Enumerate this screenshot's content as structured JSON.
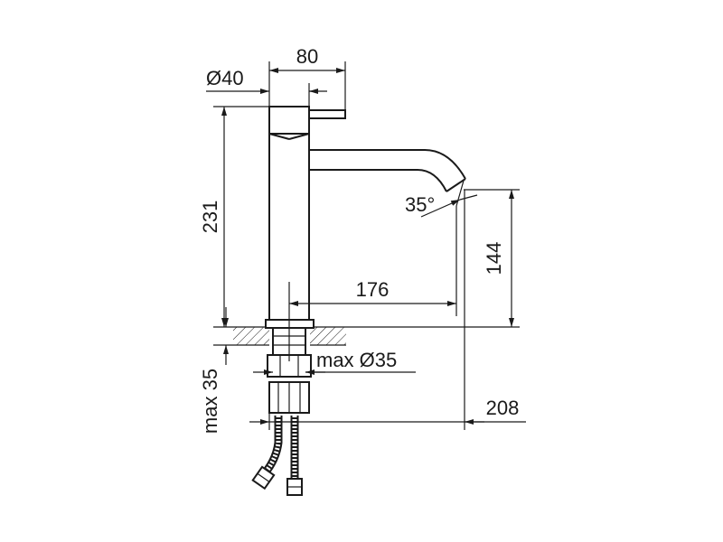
{
  "dimensions": {
    "handle_diameter": "Ø40",
    "handle_length": "80",
    "total_height": "231",
    "spout_angle": "35°",
    "spout_height": "144",
    "spout_reach": "176",
    "max_hole_diameter": "max Ø35",
    "max_deck_thickness": "max 35",
    "total_depth": "208"
  }
}
